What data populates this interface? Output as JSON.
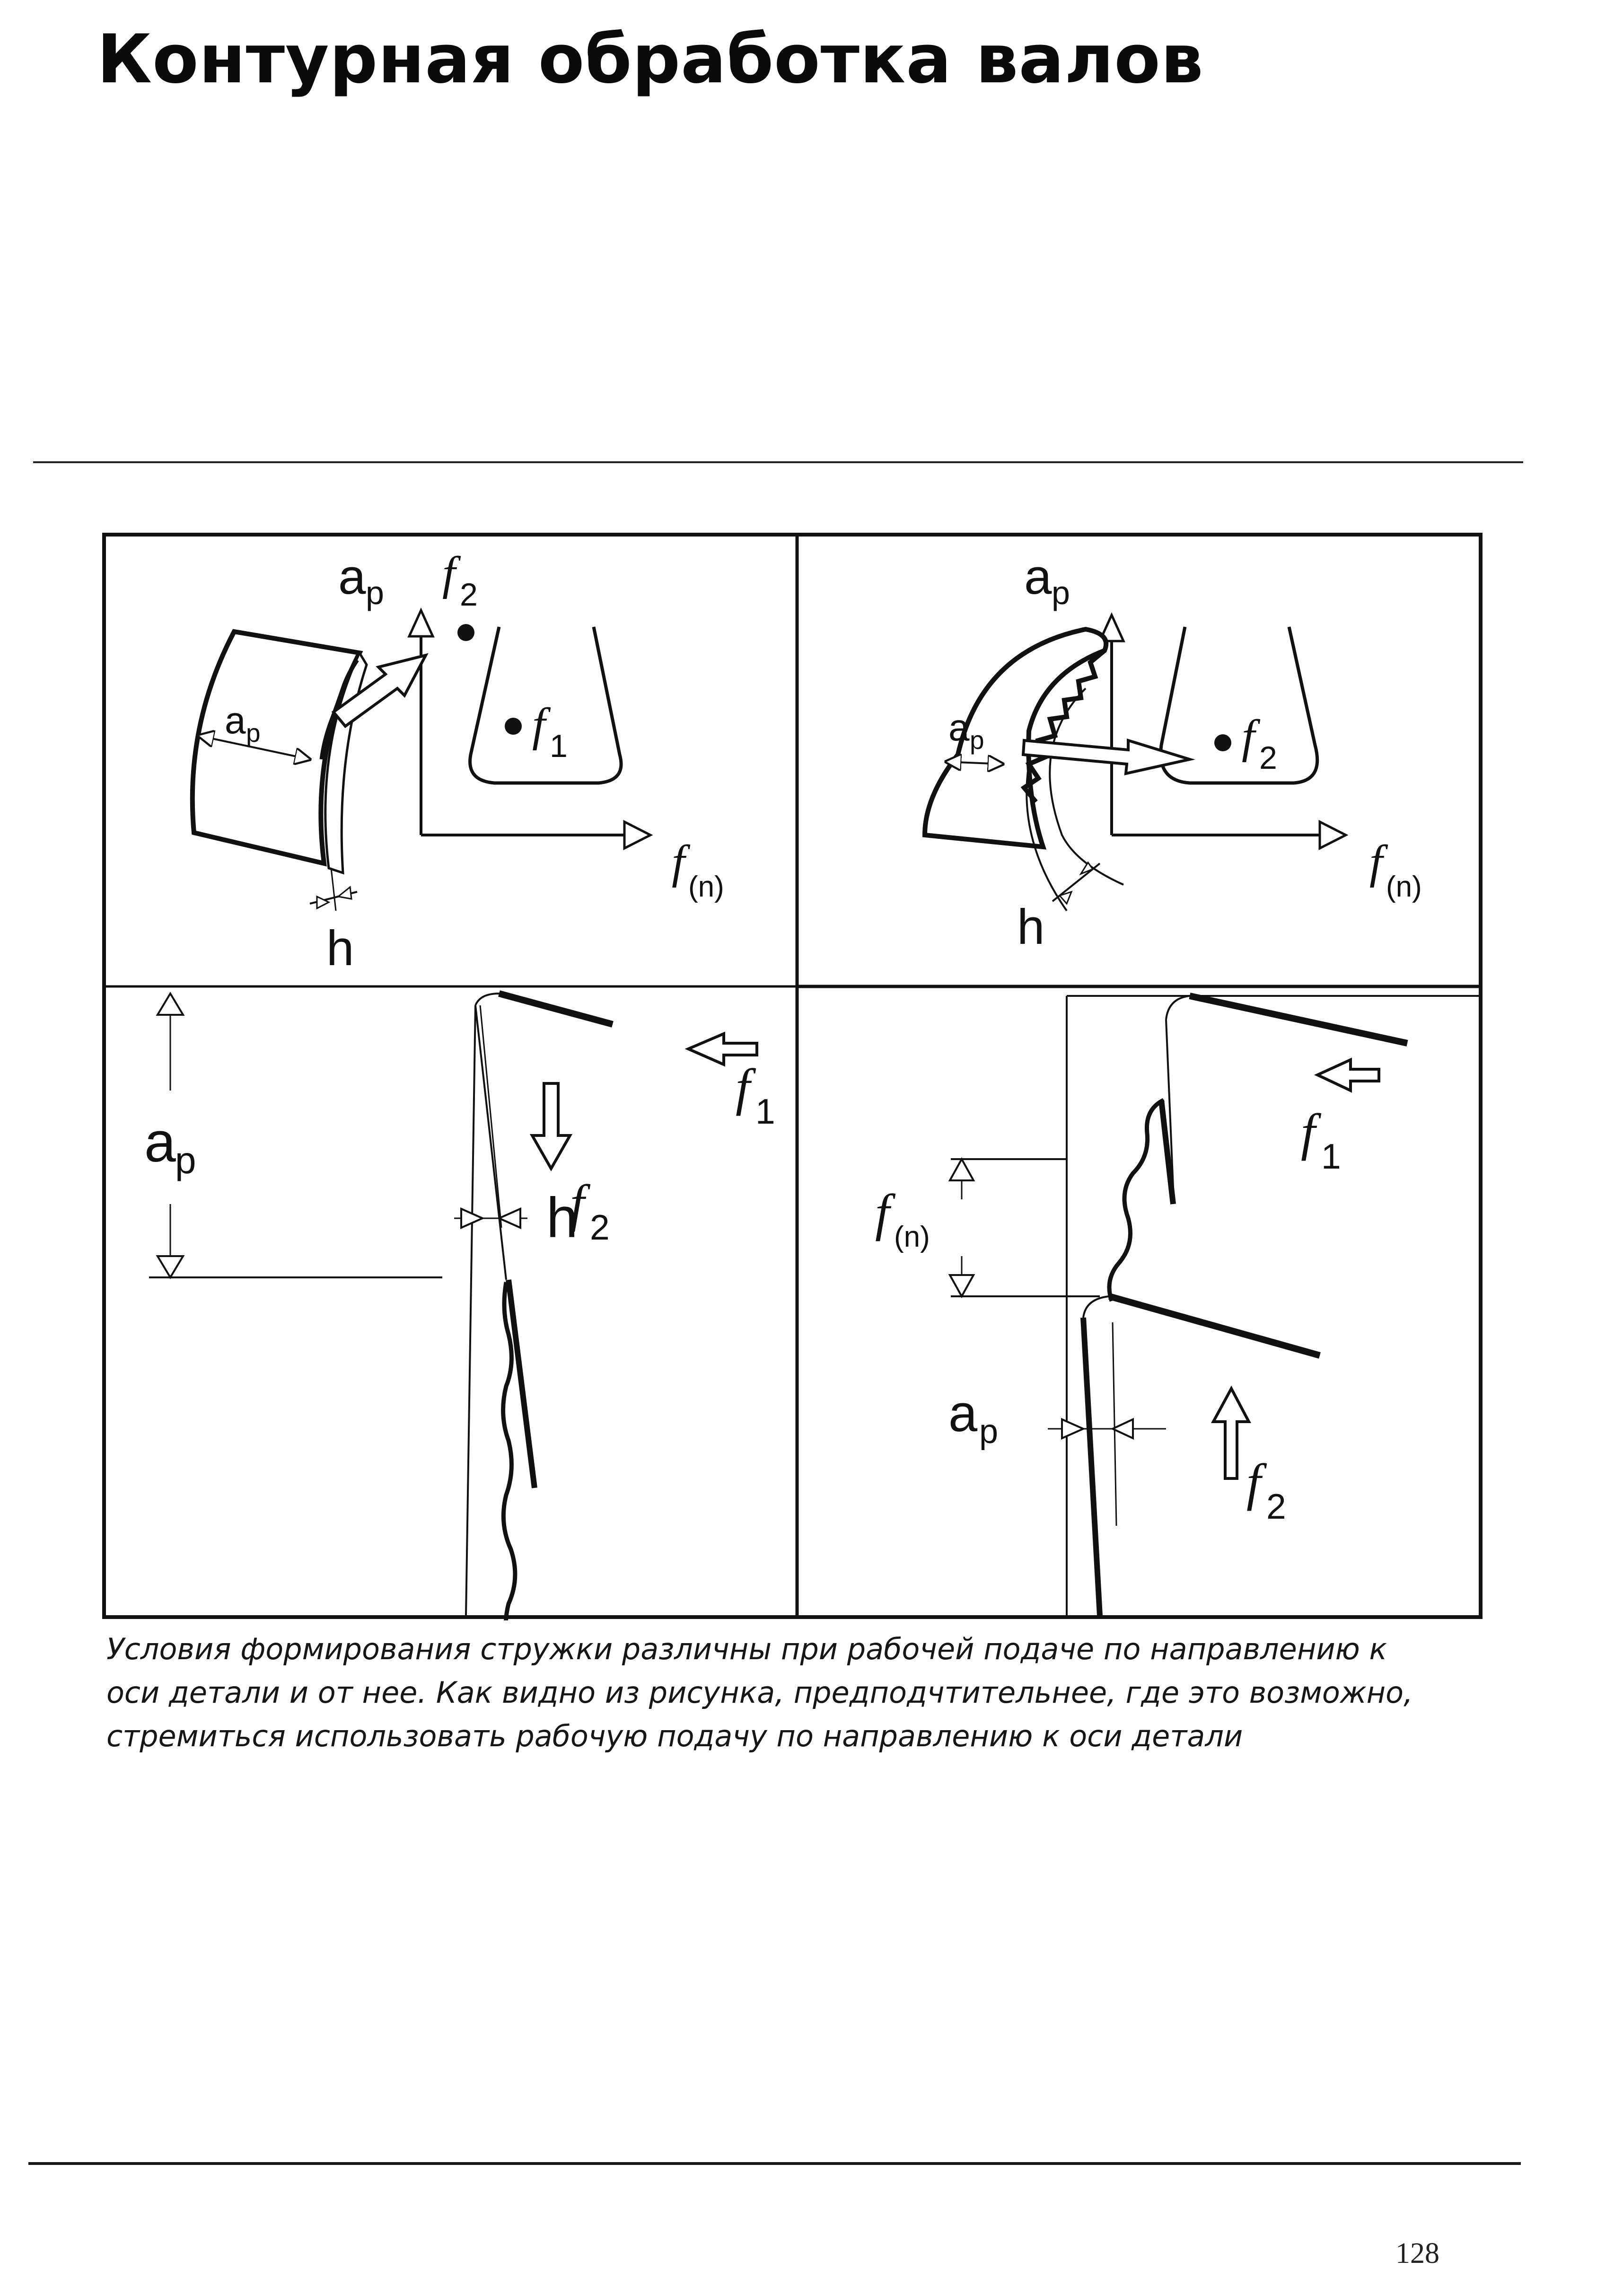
{
  "page": {
    "title": "Контурная обработка валов",
    "page_number": "128"
  },
  "caption": {
    "lines": [
      "Условия формирования стружки различны при рабочей подаче по направлению к",
      "оси детали и от нее. Как видно из рисунка, предподчтительнее, где это возможно,",
      "стремиться использовать рабочую подачу по направлению к оси детали"
    ]
  },
  "figure": {
    "labels": {
      "ap": "a",
      "ap_sub": "p",
      "f": "f",
      "sub_1": "1",
      "sub_2": "2",
      "sub_n": "(n)",
      "h": "h"
    }
  }
}
